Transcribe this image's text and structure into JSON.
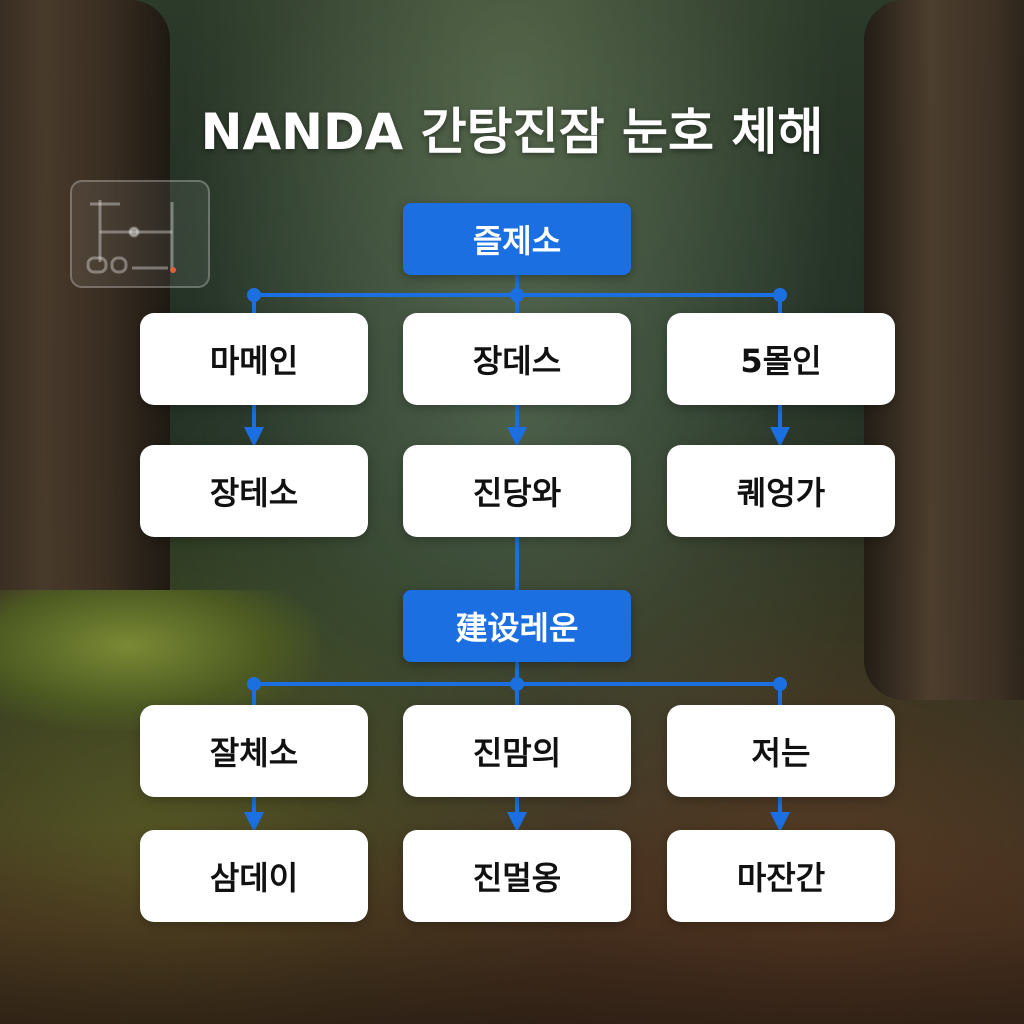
{
  "title": "NANDA 간탕진잠 눈호 체해",
  "accent_color": "#1b6fe0",
  "top_hub": "즐제소",
  "mid_hub": "建设레운",
  "upper_rows": {
    "row1": [
      "마메인",
      "장데스",
      "5몰인"
    ],
    "row2": [
      "장테소",
      "진당와",
      "퀘엉가"
    ]
  },
  "lower_rows": {
    "row1": [
      "잘체소",
      "진맘의",
      "저는"
    ],
    "row2": [
      "삼데이",
      "진멀옹",
      "마잔간"
    ]
  }
}
